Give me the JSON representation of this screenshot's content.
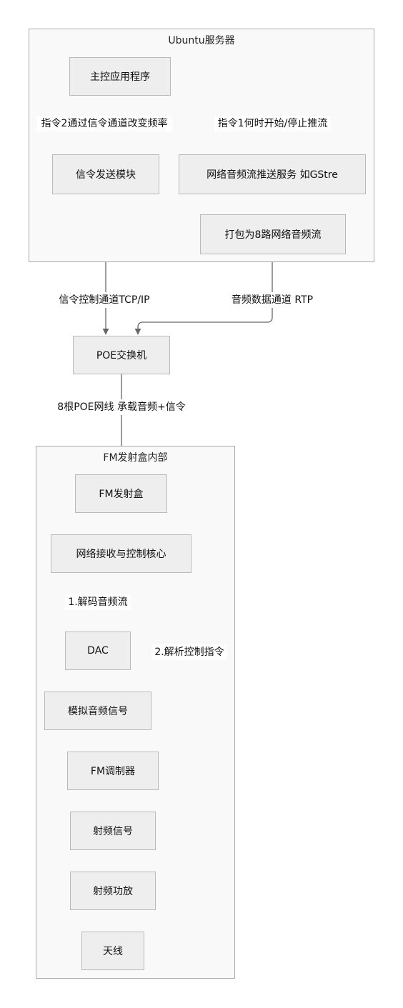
{
  "clusters": {
    "server": {
      "title": "Ubuntu服务器"
    },
    "fm_box": {
      "title": "FM发射盒内部"
    }
  },
  "nodes": {
    "main_app": "主控应用程序",
    "signal_module": "信令发送模块",
    "stream_service": "网络音频流推送服务 如GStre",
    "package_8": "打包为8路网络音频流",
    "poe_switch": "POE交换机",
    "fm_transmitter": "FM发射盒",
    "net_core": "网络接收与控制核心",
    "dac": "DAC",
    "analog_signal": "模拟音频信号",
    "fm_modulator": "FM调制器",
    "rf_signal": "射频信号",
    "rf_amp": "射频功放",
    "antenna": "天线"
  },
  "edge_labels": {
    "cmd2": "指令2通过信令通道改变频率",
    "cmd1": "指令1何时开始/停止推流",
    "signal_channel": "信令控制通道TCP/IP",
    "audio_channel": "音频数据通道 RTP",
    "poe_cables": "8根POE网线 承载音频+信令",
    "decode": "1.解码音频流",
    "parse": "2.解析控制指令"
  },
  "colors": {
    "node_fill": "#eeeeee",
    "node_border": "#b9b9b9",
    "cluster_fill": "#f9f9f9",
    "cluster_border": "#aaaaaa",
    "edge": "#666666"
  }
}
